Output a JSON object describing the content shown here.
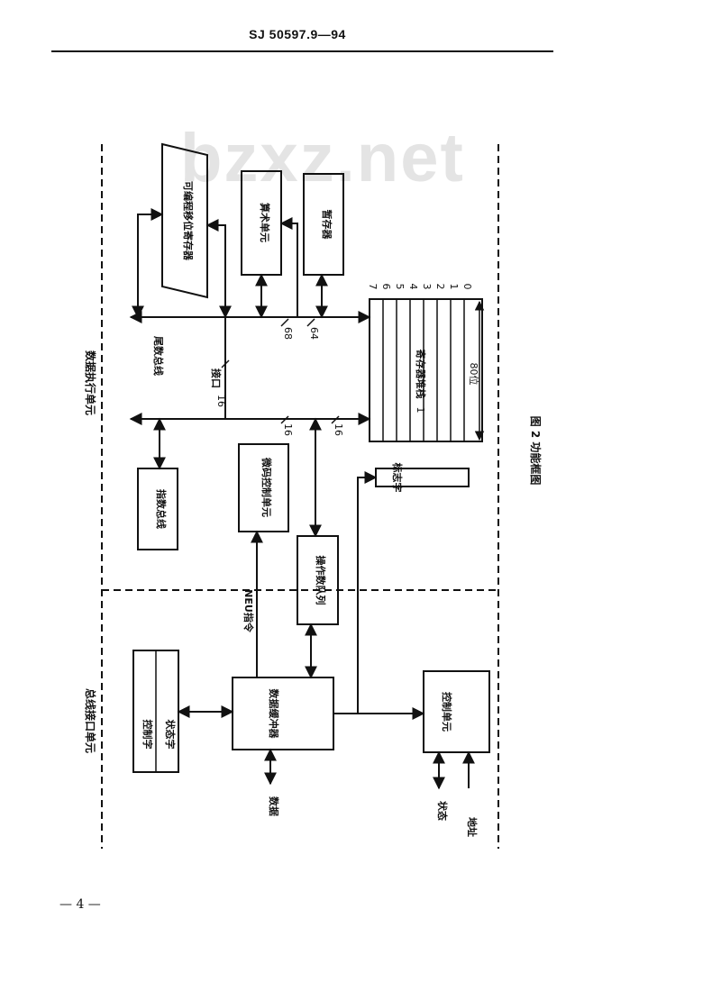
{
  "header": {
    "title": "SJ 50597.9—94"
  },
  "watermark": "bzxz.net",
  "page_number": "— 4 —",
  "figure": {
    "caption": "图 2   功能框图"
  },
  "regions": {
    "execution_unit": "数据执行单元",
    "bus_interface_unit": "总线接口单元"
  },
  "blocks": {
    "shift_register": "可编程移位寄存器",
    "arithmetic_unit": "算术单元",
    "temp_register": "暂存器",
    "exponent_bus": "指数总线",
    "microcode_unit": "微码控制单元",
    "tag_word": "标志字",
    "operand_queue": "操作数队列",
    "control_word": "控制字",
    "status_word": "状态字",
    "data_buffer": "数据缓冲器",
    "control_unit": "控制单元",
    "register_stack": "寄存器堆栈"
  },
  "labels": {
    "mantissa_bus": "尾数总线",
    "interface": "接口",
    "bits_16_a": "16",
    "bits_16_b": "16",
    "bits_16_c": "16",
    "bits_68": "68",
    "bits_64": "64",
    "width_80": "80位",
    "neu_command": "NEU指令",
    "data": "数据",
    "status": "状态",
    "address": "地址",
    "stack_index": "1",
    "stack_numbers": [
      "7",
      "6",
      "5",
      "4",
      "3",
      "2",
      "1",
      "0"
    ]
  }
}
